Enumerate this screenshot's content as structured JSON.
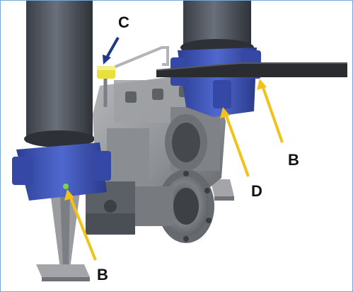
{
  "callouts": {
    "c": "C",
    "b_right": "B",
    "d": "D",
    "b_bottom": "B"
  },
  "colors": {
    "pipe": "#4f545d",
    "coupling_blue": "#3f56b8",
    "pointer_yellow": "#f2c21a",
    "pointer_blue": "#1f3a8a",
    "valve_gray": "#8f9295"
  }
}
